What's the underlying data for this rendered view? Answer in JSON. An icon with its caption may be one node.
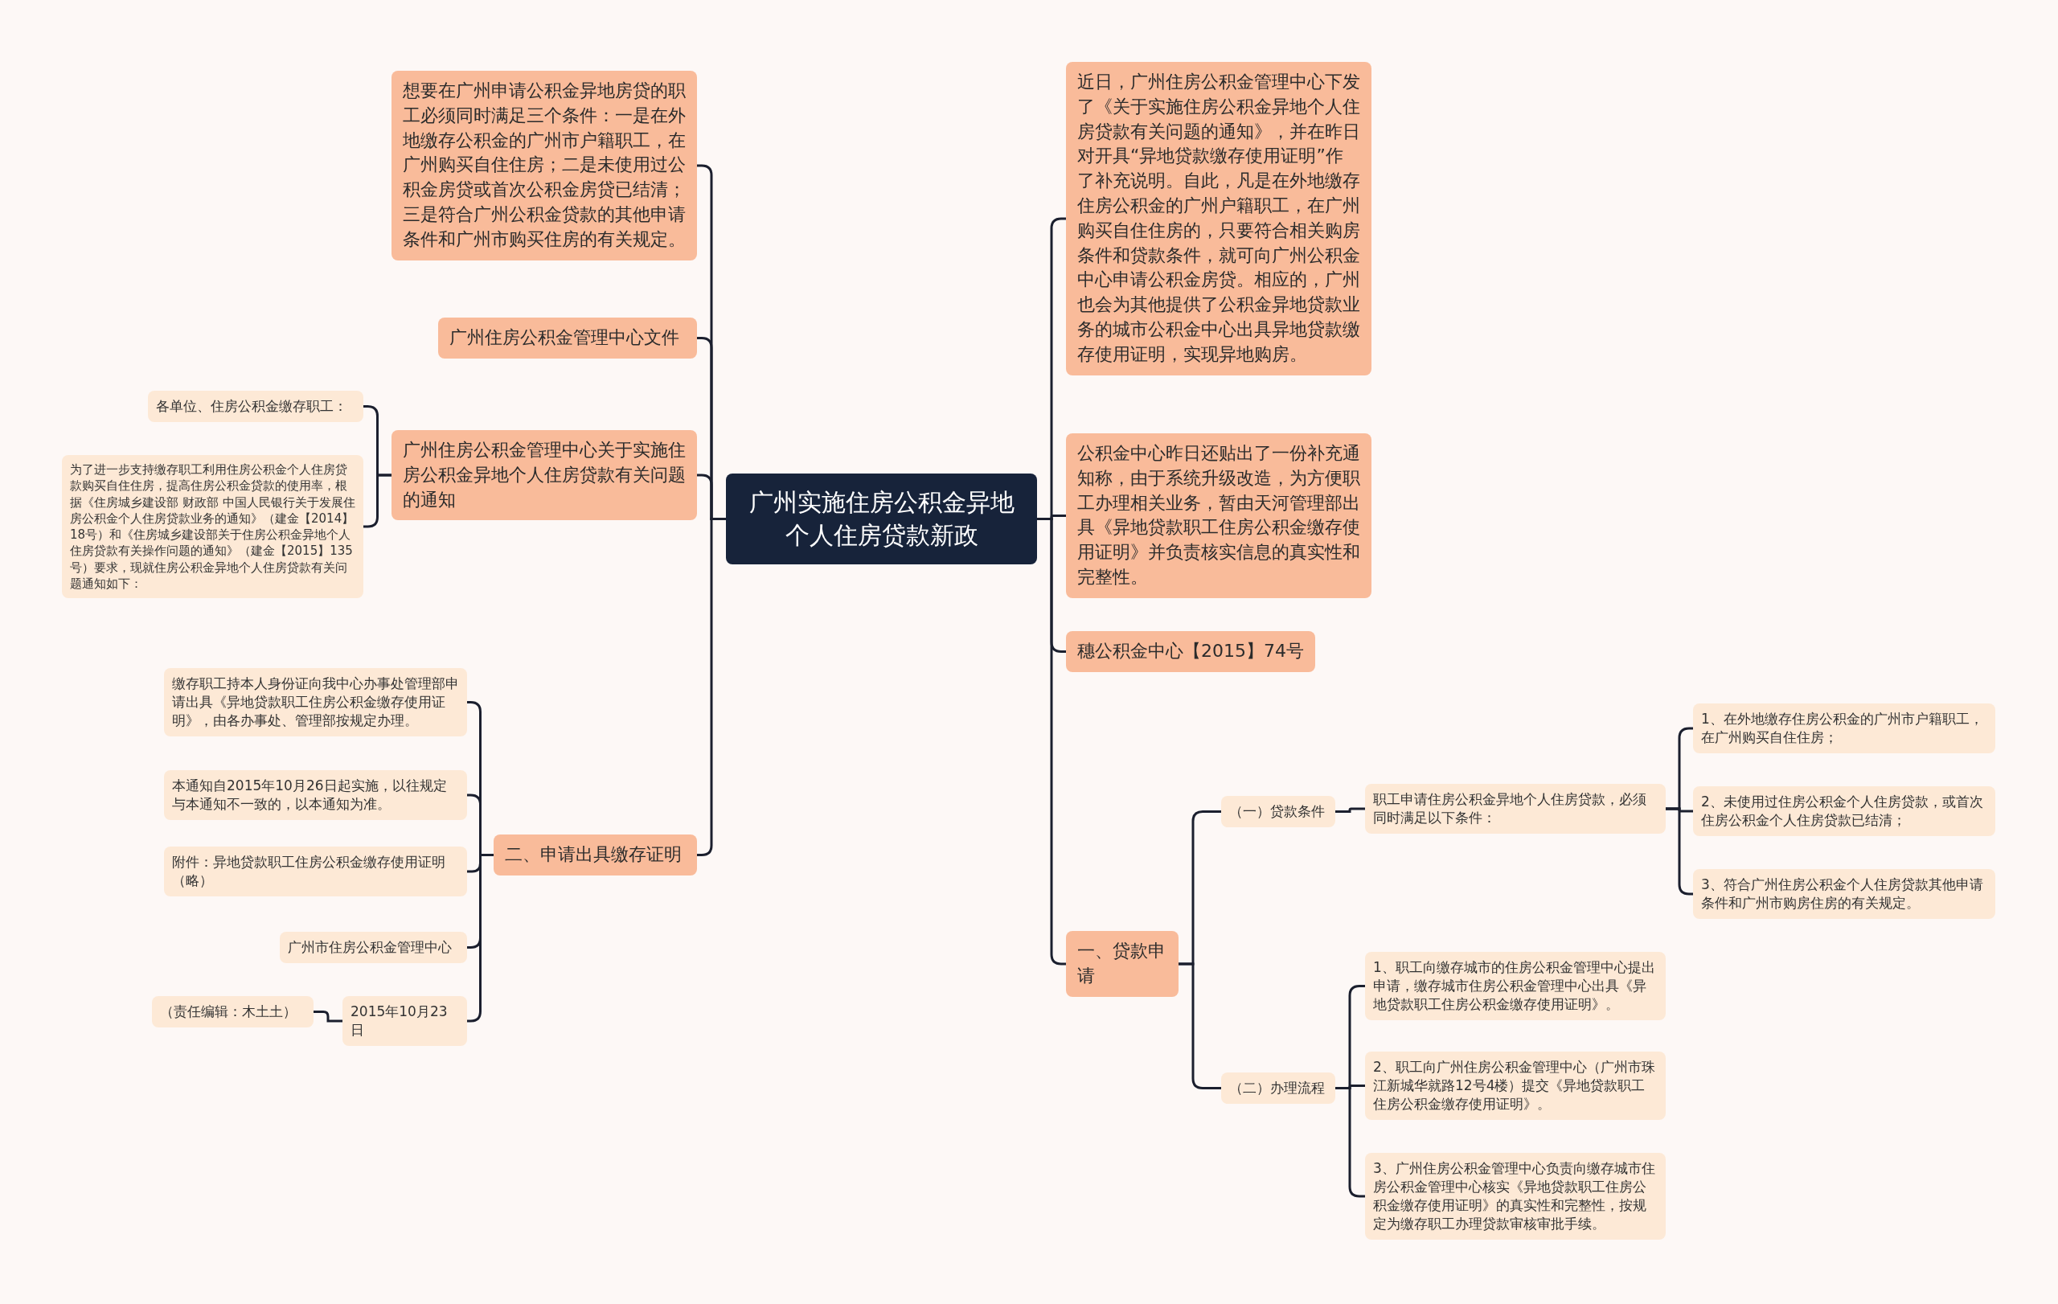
{
  "diagram": {
    "nodes": [
      {
        "text": [
          "广州实施住房公积金异地个人住房贷款新政"
        ]
      },
      {
        "text": [
          "想要在广州申请公积金异地房贷的职工必须同时满足三个条件：一是在外地缴存公积金的广州市户籍职工，在广州购买自住住房；二是未使用过公积金房贷或首次公积金房贷已结清；三是符合广州公积金贷款的其他申请条件和广州市购买住房的有关规定。"
        ]
      },
      {
        "text": [
          "广州住房公积金管理中心文件"
        ]
      },
      {
        "text": [
          "广州住房公积金管理中心关于实施住房公积金异地个人住房贷款有关问题的通知"
        ]
      },
      {
        "text": [
          "各单位、住房公积金缴存职工："
        ]
      },
      {
        "text": [
          "为了进一步支持缴存职工利用住房公积金个人住房贷款购买自住住房，提高住房公积金贷款的使用率，根据《住房城乡建设部 财政部 中国人民银行关于发展住房公积金个人住房贷款业务的通知》（建金【2014】18号）和《住房城乡建设部关于住房公积金异地个人住房贷款有关操作问题的通知》（建金【2015】135号）要求，现就住房公积金异地个人住房贷款有关问题通知如下："
        ]
      },
      {
        "text": [
          "二、申请出具缴存证明"
        ]
      },
      {
        "text": [
          "缴存职工持本人身份证向我中心办事处管理部申请出具《异地贷款职工住房公积金缴存使用证明》，由各办事处、管理部按规定办理。"
        ]
      },
      {
        "text": [
          "本通知自2015年10月26日起实施，以往规定与本通知不一致的，以本通知为准。"
        ]
      },
      {
        "text": [
          "附件：异地贷款职工住房公积金缴存使用证明（略）"
        ]
      },
      {
        "text": [
          "广州市住房公积金管理中心"
        ]
      },
      {
        "text": [
          "2015年10月23日"
        ]
      },
      {
        "text": [
          "（责任编辑：木土土）"
        ]
      },
      {
        "text": [
          "近日，广州住房公积金管理中心下发了《关于实施住房公积金异地个人住房贷款有关问题的通知》，并在昨日对开具“异地贷款缴存使用证明”作了补充说明。自此，凡是在外地缴存住房公积金的广州户籍职工，在广州购买自住住房的，只要符合相关购房条件和贷款条件，就可向广州公积金中心申请公积金房贷。相应的，广州也会为其他提供了公积金异地贷款业务的城市公积金中心出具异地贷款缴存使用证明，实现异地购房。"
        ]
      },
      {
        "text": [
          "公积金中心昨日还贴出了一份补充通知称，由于系统升级改造，为方便职工办理相关业务，暂由天河管理部出具《异地贷款职工住房公积金缴存使用证明》并负责核实信息的真实性和完整性。"
        ]
      },
      {
        "text": [
          "穗公积金中心【2015】74号"
        ]
      },
      {
        "text": [
          "一、贷款申请"
        ]
      },
      {
        "text": [
          "（一）贷款条件"
        ]
      },
      {
        "text": [
          "职工申请住房公积金异地个人住房贷款，必须同时满足以下条件："
        ]
      },
      {
        "text": [
          "1、在外地缴存住房公积金的广州市户籍职工，在广州购买自住住房；"
        ]
      },
      {
        "text": [
          "2、未使用过住房公积金个人住房贷款，或首次住房公积金个人住房贷款已结清；"
        ]
      },
      {
        "text": [
          "3、符合广州住房公积金个人住房贷款其他申请条件和广州市购房住房的有关规定。"
        ]
      },
      {
        "text": [
          "（二）办理流程"
        ]
      },
      {
        "text": [
          "1、职工向缴存城市的住房公积金管理中心提出申请，缴存城市住房公积金管理中心出具《异地贷款职工住房公积金缴存使用证明》。"
        ]
      },
      {
        "text": [
          "2、职工向广州住房公积金管理中心（广州市珠江新城华就路12号4楼）提交《异地贷款职工住房公积金缴存使用证明》。"
        ]
      },
      {
        "text": [
          "3、广州住房公积金管理中心负责向缴存城市住房公积金管理中心核实《异地贷款职工住房公积金缴存使用证明》的真实性和完整性，按规定为缴存职工办理贷款审核审批手续。"
        ]
      }
    ],
    "edges": [
      {
        "from": 0,
        "to": 1,
        "arrow": "none"
      },
      {
        "from": 0,
        "to": 2,
        "arrow": "none"
      },
      {
        "from": 0,
        "to": 3,
        "arrow": "none"
      },
      {
        "from": 3,
        "to": 4,
        "arrow": "none"
      },
      {
        "from": 3,
        "to": 5,
        "arrow": "none"
      },
      {
        "from": 0,
        "to": 6,
        "arrow": "none"
      },
      {
        "from": 6,
        "to": 7,
        "arrow": "none"
      },
      {
        "from": 6,
        "to": 8,
        "arrow": "none"
      },
      {
        "from": 6,
        "to": 9,
        "arrow": "none"
      },
      {
        "from": 6,
        "to": 10,
        "arrow": "none"
      },
      {
        "from": 6,
        "to": 11,
        "arrow": "none"
      },
      {
        "from": 11,
        "to": 12,
        "arrow": "none"
      },
      {
        "from": 0,
        "to": 13,
        "arrow": "none"
      },
      {
        "from": 0,
        "to": 14,
        "arrow": "none"
      },
      {
        "from": 0,
        "to": 15,
        "arrow": "none"
      },
      {
        "from": 0,
        "to": 16,
        "arrow": "none"
      },
      {
        "from": 16,
        "to": 17,
        "arrow": "none"
      },
      {
        "from": 17,
        "to": 18,
        "arrow": "none"
      },
      {
        "from": 18,
        "to": 19,
        "arrow": "none"
      },
      {
        "from": 18,
        "to": 20,
        "arrow": "none"
      },
      {
        "from": 18,
        "to": 21,
        "arrow": "none"
      },
      {
        "from": 16,
        "to": 22,
        "arrow": "none"
      },
      {
        "from": 22,
        "to": 23,
        "arrow": "none"
      },
      {
        "from": 22,
        "to": 24,
        "arrow": "none"
      },
      {
        "from": 22,
        "to": 25,
        "arrow": "none"
      }
    ]
  }
}
